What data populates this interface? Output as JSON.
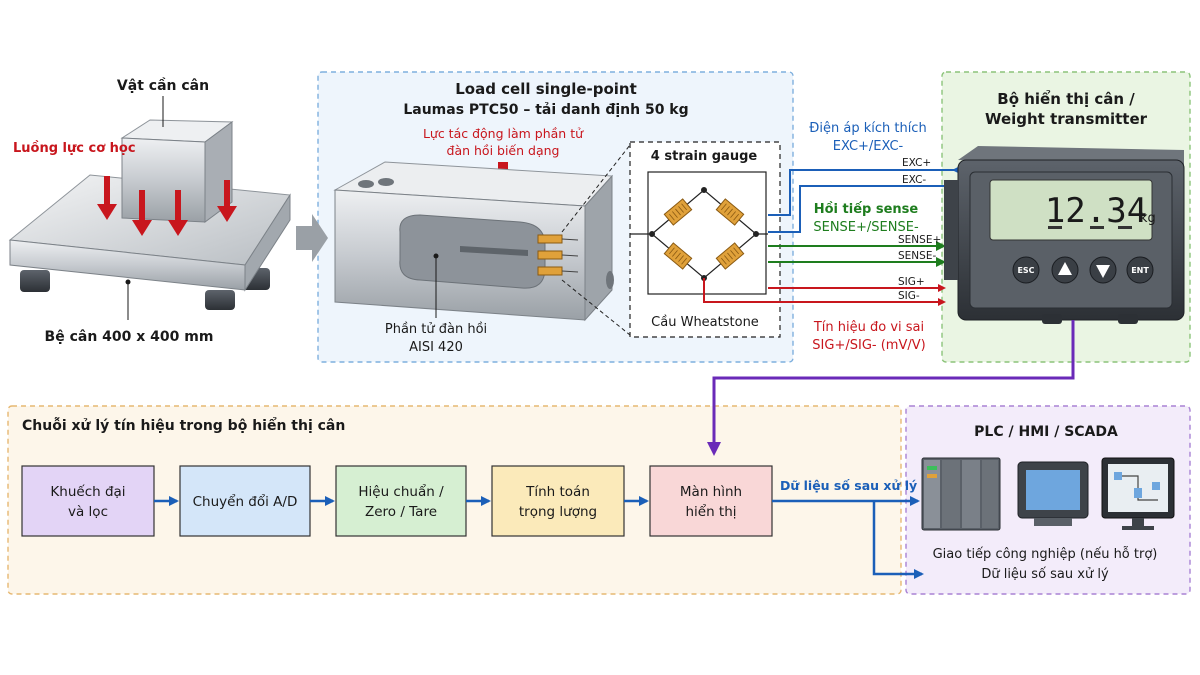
{
  "colors": {
    "red": "#c8161d",
    "blue": "#1b5fb8",
    "green": "#1e7d1e",
    "purple": "#6a2ab8",
    "dark": "#1a1a1a",
    "loadcell_panel_bg": "#eef5fc",
    "loadcell_panel_border": "#7fb0de",
    "display_panel_bg": "#eaf5e3",
    "display_panel_border": "#8cc47a",
    "chain_panel_bg": "#fdf6ea",
    "chain_panel_border": "#e6b872",
    "plc_panel_bg": "#f3ecfa",
    "plc_panel_border": "#a982d4",
    "box_amp": "#e3d4f6",
    "box_adc": "#d4e6f9",
    "box_cal": "#d6efd2",
    "box_calc": "#fbeaba",
    "box_disp": "#f9d7d7",
    "lcd": "#cfe0c4"
  },
  "scale": {
    "object_label": "Vật cần cân",
    "force_label": "Luồng lực cơ học",
    "platform_label": "Bệ cân 400 x 400 mm"
  },
  "loadcell": {
    "title_line1": "Load cell single-point",
    "title_line2": "Laumas PTC50 – tải danh định 50 kg",
    "force_note_line1": "Lực tác động làm phần tử",
    "force_note_line2": "đàn hồi biến dạng",
    "element_line1": "Phần tử đàn hồi",
    "element_line2": "AISI 420",
    "gauge_title": "4 strain gauge",
    "bridge_label": "Cầu Wheatstone"
  },
  "signals": {
    "excitation_line1": "Điện áp kích thích",
    "excitation_line2": "EXC+/EXC-",
    "sense_line1": "Hồi tiếp sense",
    "sense_line2": "SENSE+/SENSE-",
    "signal_line1": "Tín hiệu đo vi sai",
    "signal_line2": "SIG+/SIG- (mV/V)",
    "exc_plus": "EXC+",
    "exc_minus": "EXC-",
    "sense_plus": "SENSE+",
    "sense_minus": "SENSE-",
    "sig_plus": "SIG+",
    "sig_minus": "SIG-"
  },
  "display": {
    "title_line1": "Bộ hiển thị cân /",
    "title_line2": "Weight transmitter",
    "reading": "12.34",
    "unit": "kg",
    "buttons": [
      {
        "label": "ESC",
        "icon": "esc-text"
      },
      {
        "label": "",
        "icon": "up-triangle-icon"
      },
      {
        "label": "",
        "icon": "down-triangle-icon"
      },
      {
        "label": "ENT",
        "icon": "ent-text"
      }
    ]
  },
  "chain": {
    "title": "Chuỗi xử lý tín hiệu trong bộ hiển thị cân",
    "boxes": [
      {
        "line1": "Khuếch đại",
        "line2": "và lọc"
      },
      {
        "line1": "Chuyển đổi A/D",
        "line2": ""
      },
      {
        "line1": "Hiệu chuẩn /",
        "line2": "Zero / Tare"
      },
      {
        "line1": "Tính toán",
        "line2": "trọng lượng"
      },
      {
        "line1": "Màn hình",
        "line2": "hiển thị"
      }
    ],
    "output_label": "Dữ liệu số sau xử lý"
  },
  "plc": {
    "title": "PLC / HMI / SCADA",
    "comm_line1": "Giao tiếp công nghiệp (nếu hỗ trợ)",
    "comm_line2": "Dữ liệu số sau xử lý"
  }
}
